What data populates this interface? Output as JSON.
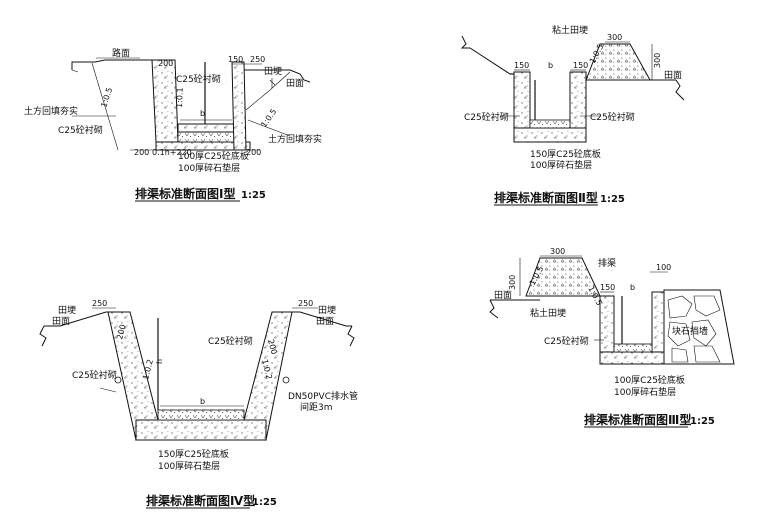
{
  "diagram1": {
    "title": "排渠标准断面图Ⅰ型",
    "scale": "1:25",
    "road": "路面",
    "field_bank": "田埂",
    "field_surface": "田面",
    "c25_top": "C25砼衬砌",
    "c25_left": "C25砼衬砌",
    "fill_left": "土方回填夯实",
    "fill_right": "土方回填夯实",
    "slab": "100厚C25砼底板",
    "gravel": "100厚碎石垫层",
    "dim_200_top": "200",
    "dim_150": "150",
    "dim_250": "250",
    "dim_b": "b",
    "dim_200_bl": "200",
    "dim_formula": "0.1h+220",
    "dim_200_br": "200",
    "slope_left": "1:0.5",
    "slope_mid": "1:0.1",
    "slope_right": "1:0.5"
  },
  "diagram2": {
    "title": "排渠标准断面图Ⅱ型",
    "scale": "1:25",
    "clay_bank": "粘土田埂",
    "dim_300_top": "300",
    "dim_300_side": "300",
    "slope": "1:0.5",
    "dim_150": "150",
    "dim_b": "b",
    "dim_150_r": "150",
    "field_surface": "田面",
    "c25_left": "C25砼衬砌",
    "c25_right": "C25砼衬砌",
    "slab": "150厚C25砼底板",
    "gravel": "100厚碎石垫层"
  },
  "diagram3": {
    "title": "排渠标准断面图Ⅲ型",
    "scale": "1:25",
    "dim_300": "300",
    "drain": "排渠",
    "dim_100": "100",
    "dim_300_side": "300",
    "slope1": "1:0.5",
    "slope2": "1:0.5",
    "field_surface": "田面",
    "dim_150": "150",
    "dim_b": "b",
    "clay_bank": "粘土田埂",
    "rubble_wall": "块石挡墙",
    "c25": "C25砼衬砌",
    "slab": "100厚C25砼底板",
    "gravel": "100厚碎石垫层"
  },
  "diagram4": {
    "title": "排渠标准断面图Ⅳ型",
    "scale": "1:25",
    "dim_250_l": "250",
    "dim_250_r": "250",
    "field_bank_l": "田埂",
    "field_surface_l": "田面",
    "field_bank_r": "田埂",
    "field_surface_r": "田面",
    "dim_200_l": "200",
    "dim_200_r": "200",
    "c25_right": "C25砼衬砌",
    "c25_left": "C25砼衬砌",
    "slope_l": "1:0.2",
    "slope_r": "1:0.2",
    "pipe": "DN50PVC排水管",
    "pipe_spacing": "间距3m",
    "dim_b": "b",
    "dim_h": "h",
    "slab": "150厚C25砼底板",
    "gravel": "100厚碎石垫层"
  }
}
